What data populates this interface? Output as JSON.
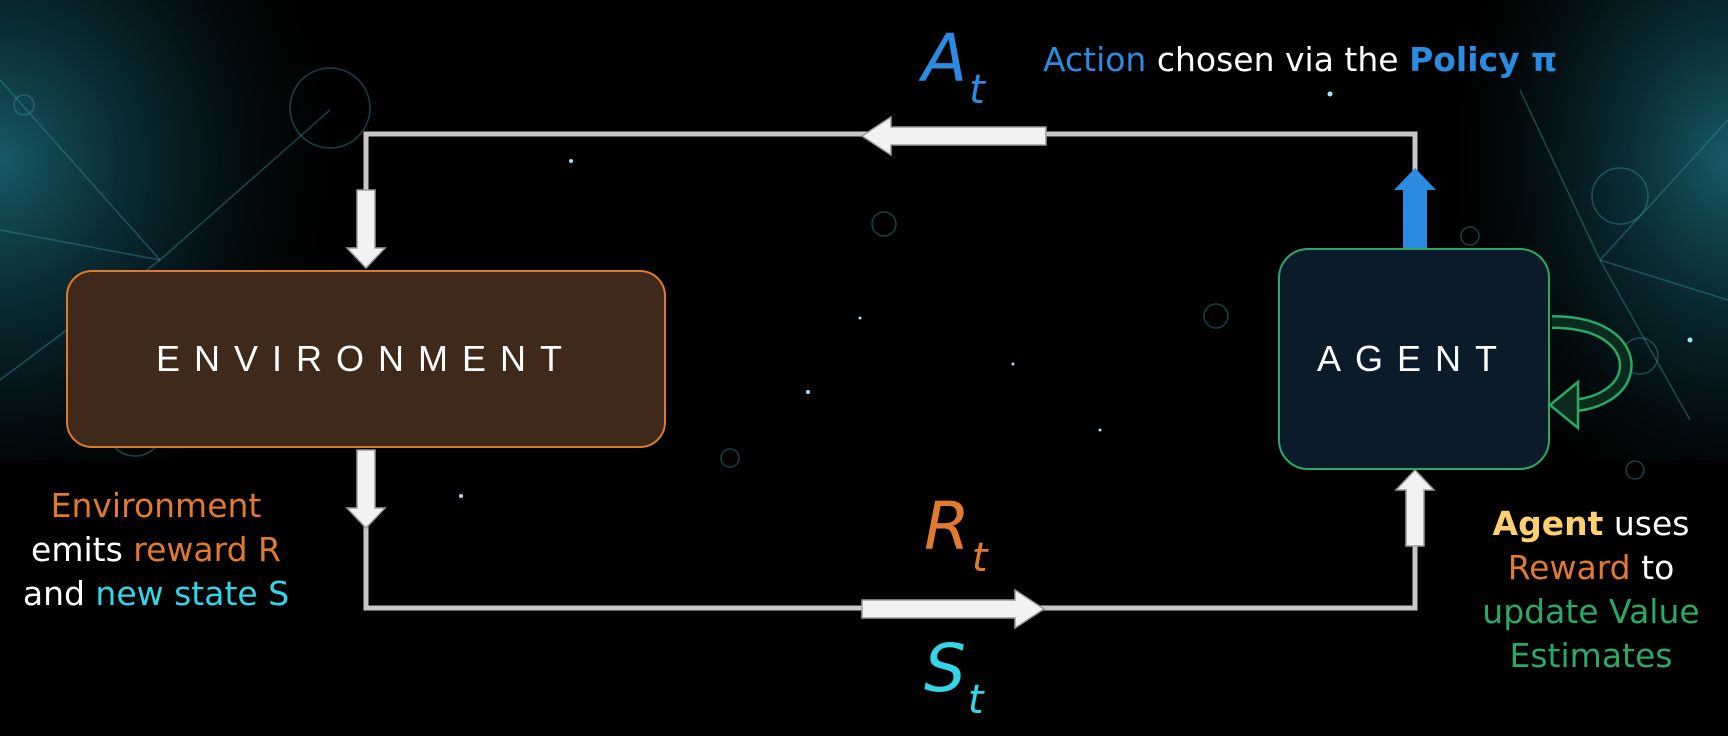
{
  "colors": {
    "background": "#000000",
    "environment": "#e07a30",
    "agent": "#2aa866",
    "action": "#2b8be0",
    "state": "#33d6e6",
    "reward_text": "#ffd070",
    "arrow": "#f2f2f2"
  },
  "environment": {
    "label": "ENVIRONMENT"
  },
  "agent": {
    "label": "AGENT"
  },
  "variables": {
    "action": {
      "letter": "A",
      "sub": "t"
    },
    "reward": {
      "letter": "R",
      "sub": "t"
    },
    "state": {
      "letter": "S",
      "sub": "t"
    }
  },
  "action_caption": {
    "word_action": "Action",
    "middle": " chosen via the ",
    "policy": "Policy π"
  },
  "env_caption": {
    "line1": "Environment",
    "line2_a": "emits ",
    "line2_b": "reward R",
    "line3_a": "and ",
    "line3_b": "new state S"
  },
  "agent_caption": {
    "line1_a": "Agent",
    "line1_b": " uses",
    "line2_a": "Reward",
    "line2_b": " to",
    "line3": "update Value",
    "line4": "Estimates"
  },
  "icons": [
    "left-arrow-icon",
    "right-arrow-icon",
    "down-arrow-icon",
    "up-arrow-icon",
    "loop-arrow-icon"
  ]
}
